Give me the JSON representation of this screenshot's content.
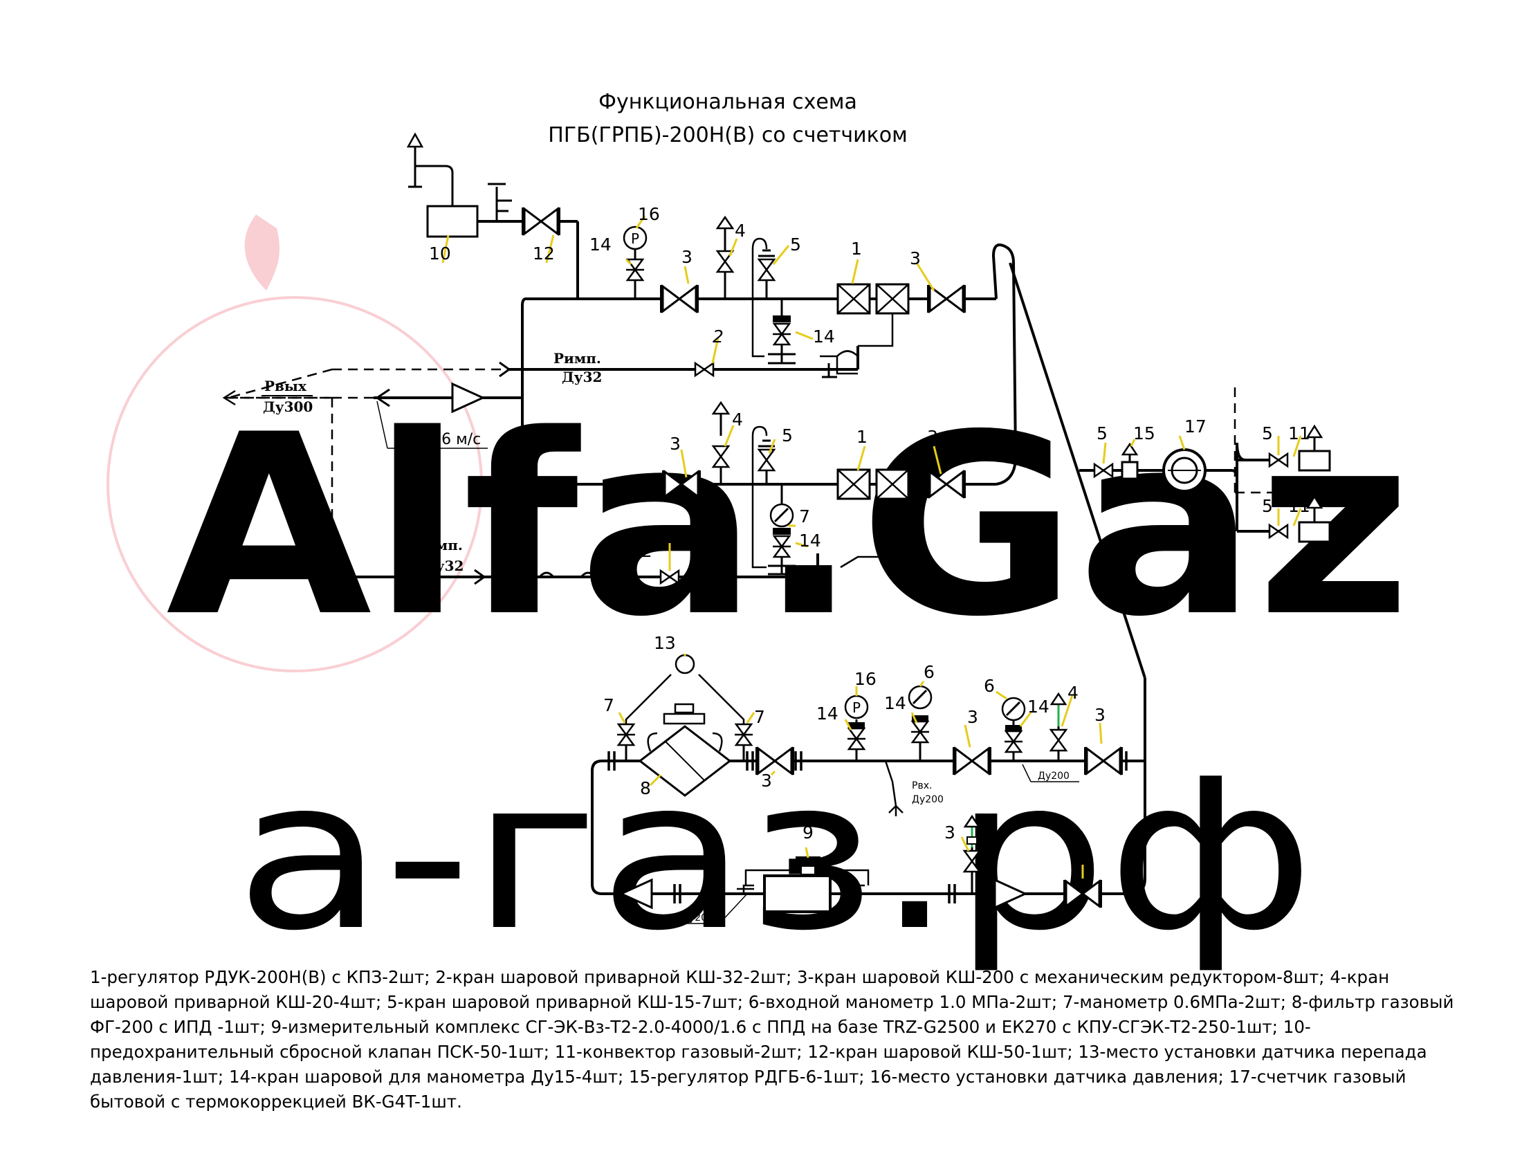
{
  "title": {
    "line1": "Функциональная схема",
    "line2": "ПГБ(ГРПБ)-200Н(В) со счетчиком"
  },
  "watermark": {
    "brand": "Alfa.Gaz",
    "domain": "а-газ.рф",
    "color": "#f9cfd3"
  },
  "labels": {
    "p_out": "Рвых",
    "dn300": "Ду300",
    "p_imp": "Римп.",
    "dn32": "Ду32",
    "velocity": "υ=24.6 м/с",
    "p_in": "Рвх.",
    "dn200": "Ду200"
  },
  "numbers": {
    "n1": "1",
    "n2": "2",
    "n3": "3",
    "n4": "4",
    "n5": "5",
    "n6": "6",
    "n7": "7",
    "n8": "8",
    "n9": "9",
    "n10": "10",
    "n11": "11",
    "n12": "12",
    "n13": "13",
    "n14": "14",
    "n15": "15",
    "n16": "16",
    "n17": "17"
  },
  "gauge_letter": "P",
  "legend": "1-регулятор РДУК-200Н(В) с КПЗ-2шт; 2-кран шаровой приварной КШ-32-2шт; 3-кран шаровой КШ-200 с механическим редуктором-8шт; 4-кран шаровой приварной КШ-20-4шт; 5-кран шаровой приварной КШ-15-7шт; 6-входной манометр 1.0 МПа-2шт; 7-манометр 0.6МПа-2шт; 8-фильтр газовый ФГ-200 с ИПД -1шт; 9-измерительный комплекс СГ-ЭК-Вз-Т2-2.0-4000/1.6 с ППД на базе TRZ-G2500 и ЕК270 с КПУ-СГЭК-Т2-250-1шт; 10-предохранительный сбросной клапан ПСК-50-1шт; 11-конвектор газовый-2шт; 12-кран шаровой КШ-50-1шт; 13-место установки датчика перепада давления-1шт; 14-кран шаровой для манометра Ду15-4шт; 15-регулятор РДГБ-6-1шт; 16-место установки датчика давления; 17-счетчик газовый бытовой с термокоррекцией ВК-G4T-1шт."
}
